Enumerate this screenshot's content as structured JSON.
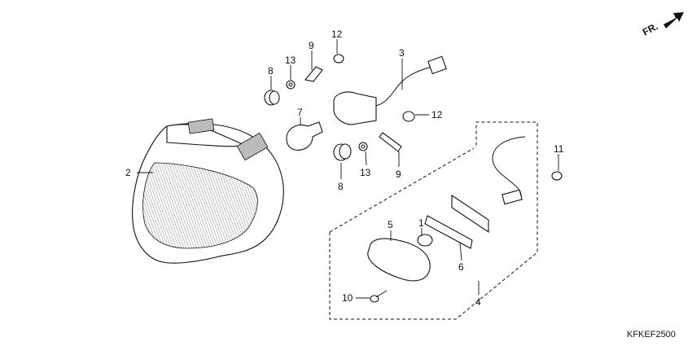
{
  "diagram": {
    "code": "KFKEF2500",
    "direction_label": "FR.",
    "callouts": {
      "c1": "1",
      "c2": "2",
      "c3": "3",
      "c4": "4",
      "c5": "5",
      "c6": "6",
      "c7": "7",
      "c8a": "8",
      "c8b": "8",
      "c9a": "9",
      "c9b": "9",
      "c10": "10",
      "c11": "11",
      "c12a": "12",
      "c12b": "12",
      "c13a": "13",
      "c13b": "13"
    }
  }
}
